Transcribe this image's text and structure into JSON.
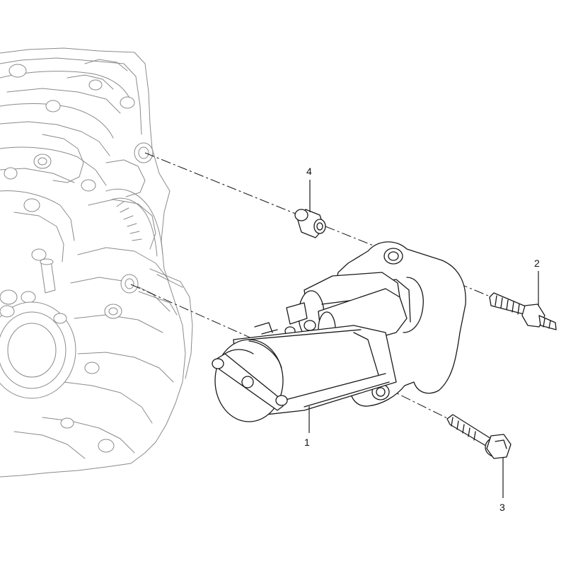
{
  "callouts": {
    "starter_motor": "1",
    "stud_bolt": "2",
    "flange_bolt": "3",
    "dowel_sleeve": "4"
  },
  "colors": {
    "line": "#1a1a1a",
    "ghost_line": "#8a8a8a",
    "background": "#ffffff"
  }
}
